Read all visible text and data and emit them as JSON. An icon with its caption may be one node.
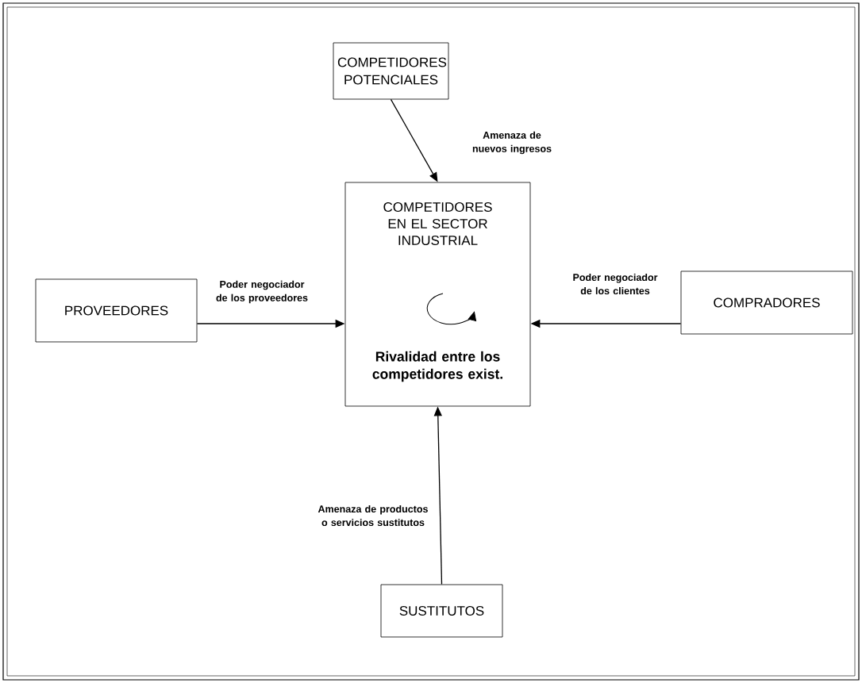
{
  "diagram": {
    "nodes": [
      {
        "text": [
          "COMPETIDORES POTENCIALES"
        ]
      },
      {
        "text": [
          "COMPETIDORES EN EL SECTOR INDUSTRIAL",
          "Rivalidad entre los competidores exist."
        ]
      },
      {
        "text": [
          "PROVEEDORES"
        ]
      },
      {
        "text": [
          "COMPRADORES"
        ]
      },
      {
        "text": [
          "SUSTITUTOS"
        ]
      }
    ],
    "edges": [
      {
        "from": 0,
        "to": 1,
        "arrow": "to",
        "label": "Amenaza de nuevos ingresos"
      },
      {
        "from": 2,
        "to": 1,
        "arrow": "to",
        "label": "Poder negociador de los proveedores"
      },
      {
        "from": 3,
        "to": 1,
        "arrow": "to",
        "label": "Poder negociador de los clientes"
      },
      {
        "from": 4,
        "to": 1,
        "arrow": "to",
        "label": "Amenaza de productos o servicios sustitutos"
      }
    ]
  }
}
